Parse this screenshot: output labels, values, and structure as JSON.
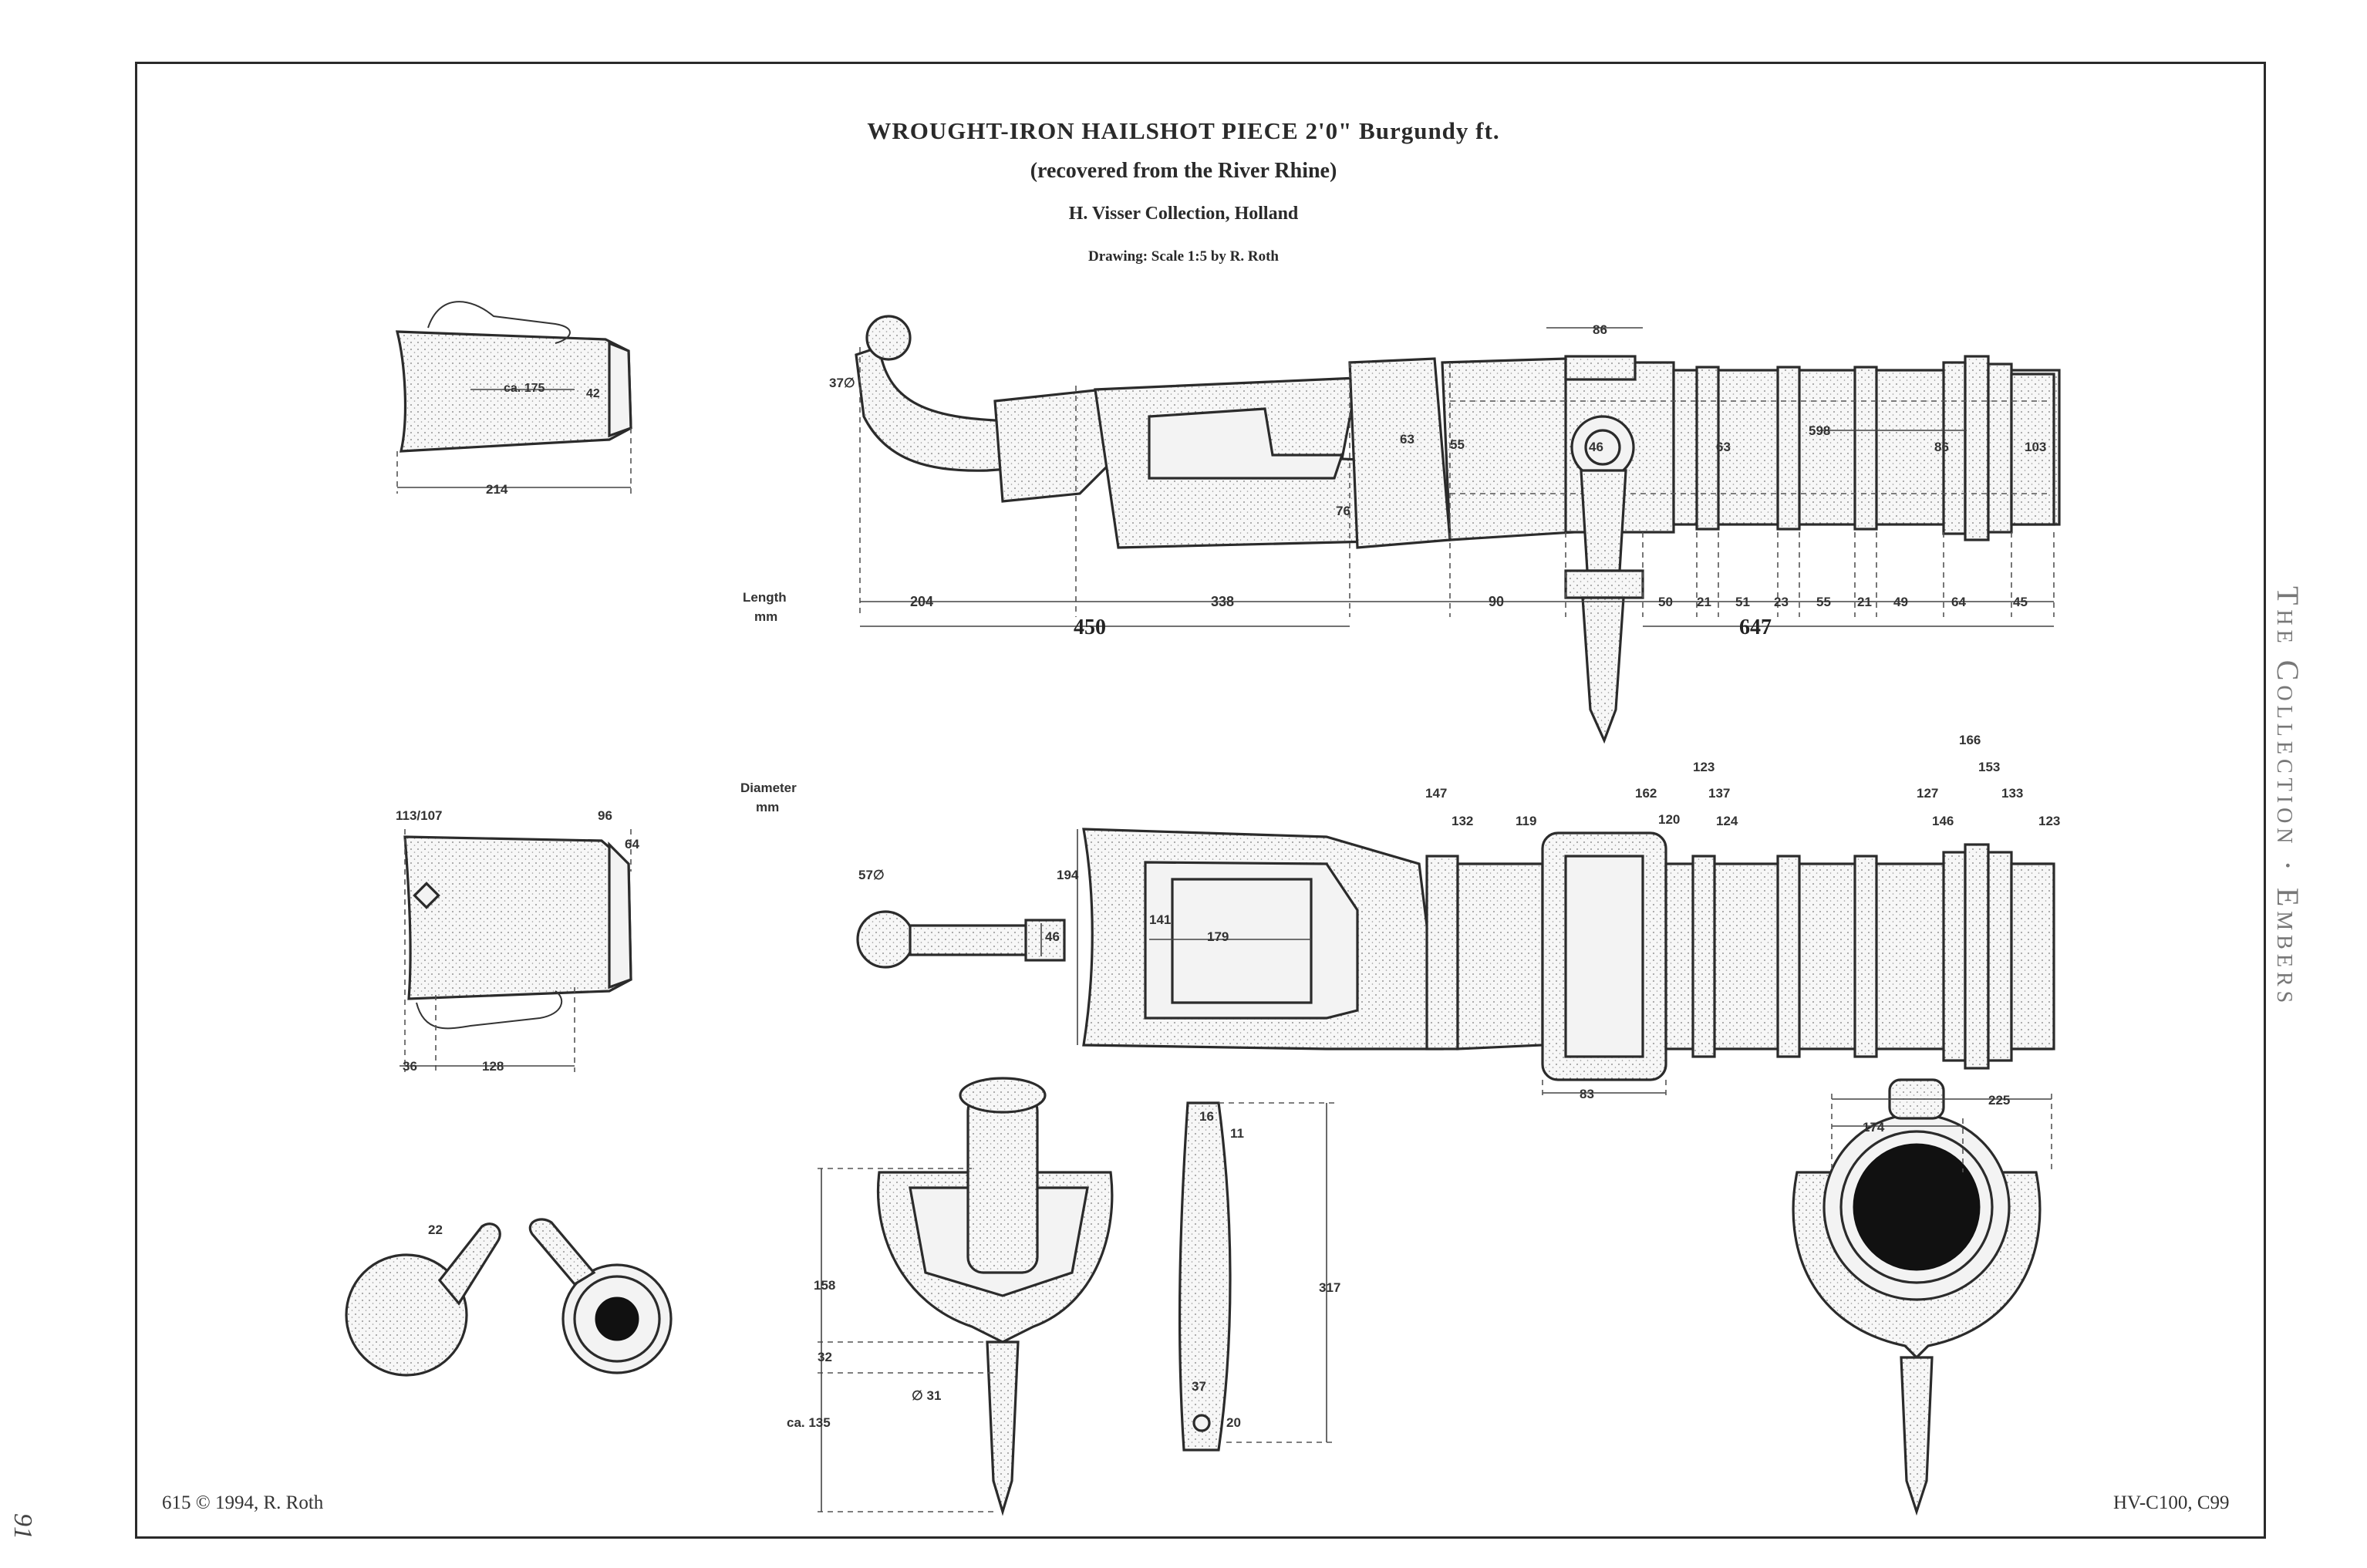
{
  "title": {
    "line1": "WROUGHT-IRON  HAILSHOT PIECE  2'0\" Burgundy ft.",
    "line2": "(recovered from the River Rhine)",
    "line3": "H. Visser Collection, Holland",
    "line4": "Drawing: Scale 1:5 by R. Roth"
  },
  "footer": {
    "left": "615 © 1994, R. Roth",
    "right": "HV-C100, C99"
  },
  "page_number": "91",
  "side_header": "The Collection · Embers",
  "row_labels": {
    "length": "Length",
    "length_unit": "mm",
    "diameter": "Diameter",
    "diameter_unit": "mm"
  },
  "length_dims": {
    "segments": [
      "204",
      "338",
      "90",
      "50",
      "21",
      "51",
      "23",
      "55",
      "21",
      "49",
      "64",
      "45"
    ],
    "total_breech": "450",
    "total_barrel": "647"
  },
  "top_view_labels": {
    "hook_top": "86",
    "muzzle_dia": "37∅",
    "d63a": "63",
    "d55": "55",
    "bore": "46",
    "d63b": "63",
    "inner_len": "598",
    "d86": "86",
    "d103": "103",
    "d76": "76"
  },
  "chamber_top": {
    "ca": "ca. 175",
    "d42": "42",
    "len": "214"
  },
  "chamber_side": {
    "d113": "113/107",
    "d96": "96",
    "d64": "64",
    "a36": "36",
    "a128": "128"
  },
  "diameter_labels": {
    "muzzle": "57∅",
    "d194": "194",
    "d46": "46",
    "d141": "141",
    "d179": "179",
    "d147": "147",
    "d132": "132",
    "d119": "119",
    "d162": "162",
    "d120": "120",
    "d123a": "123",
    "d137": "137",
    "d124": "124",
    "d166": "166",
    "d153": "153",
    "d127": "127",
    "d146": "146",
    "d133": "133",
    "d123b": "123",
    "d83": "83"
  },
  "detail_labels": {
    "plug_22": "22",
    "h158": "158",
    "h32": "32",
    "d31": "∅ 31",
    "ca135": "ca. 135",
    "w16": "16",
    "d11": "11",
    "h317": "317",
    "w37": "37",
    "d20": "20",
    "d174": "174",
    "d225": "225"
  }
}
